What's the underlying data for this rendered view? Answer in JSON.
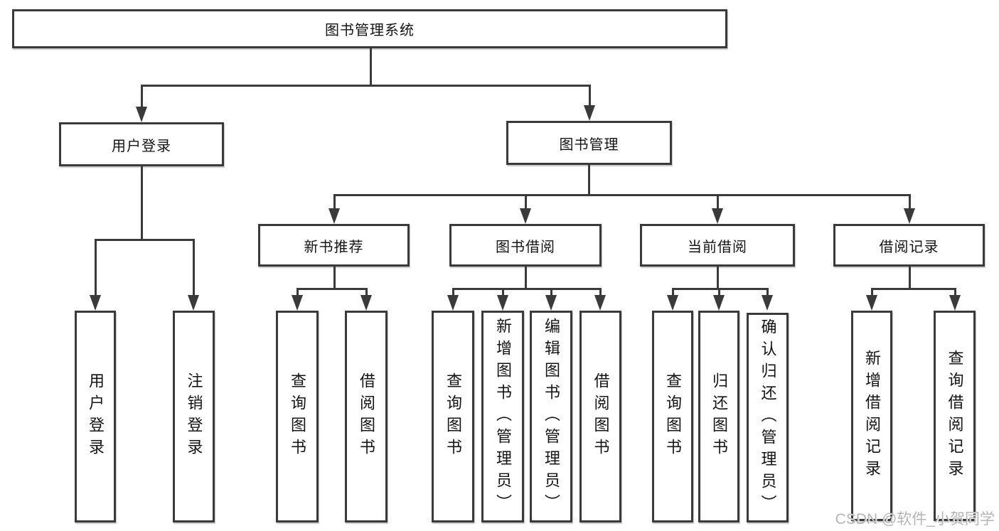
{
  "diagram": {
    "title": "图书管理系统",
    "branches": [
      {
        "label": "用户登录",
        "children": [
          "用户登录",
          "注销登录"
        ]
      },
      {
        "label": "图书管理",
        "sections": [
          {
            "label": "新书推荐",
            "children": [
              "查询图书",
              "借阅图书"
            ]
          },
          {
            "label": "图书借阅",
            "children": [
              "查询图书",
              "新增图书（管理员）",
              "编辑图书（管理员）",
              "借阅图书"
            ]
          },
          {
            "label": "当前借阅",
            "children": [
              "查询图书",
              "归还图书",
              "确认归还（管理员）"
            ]
          },
          {
            "label": "借阅记录",
            "children": [
              "新增借阅记录",
              "查询借阅记录"
            ]
          }
        ]
      }
    ]
  },
  "watermark": "CSDN @软件_小贺同学",
  "colors": {
    "line": "#3a3a3a",
    "text": "#141414",
    "watermark": "#b5b5b5",
    "background": "#ffffff"
  }
}
